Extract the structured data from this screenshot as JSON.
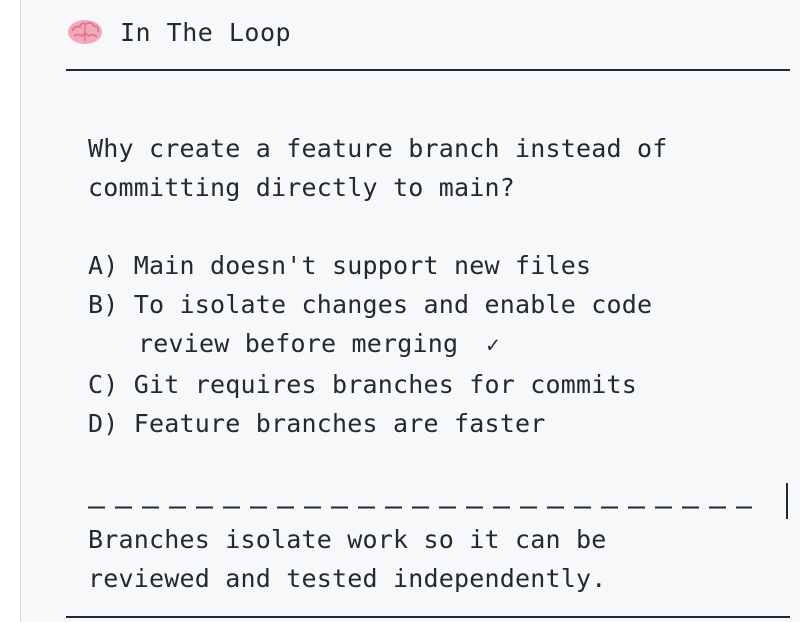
{
  "header": {
    "icon": "brain-icon",
    "title": "In The Loop"
  },
  "quiz": {
    "question_lines": [
      "Why create a feature branch instead of",
      "committing directly to main?"
    ],
    "options": [
      {
        "text": "A) Main doesn't support new files"
      },
      {
        "text": "B) To isolate changes and enable code",
        "continuation": "review before merging",
        "correct": true
      },
      {
        "text": "C) Git requires branches for commits"
      },
      {
        "text": "D) Feature branches are faster"
      }
    ],
    "check_glyph": "✓",
    "explanation_lines": [
      "Branches isolate work so it can be",
      "reviewed and tested independently."
    ]
  },
  "colors": {
    "background": "#f6f8fa",
    "text": "#24292f"
  }
}
